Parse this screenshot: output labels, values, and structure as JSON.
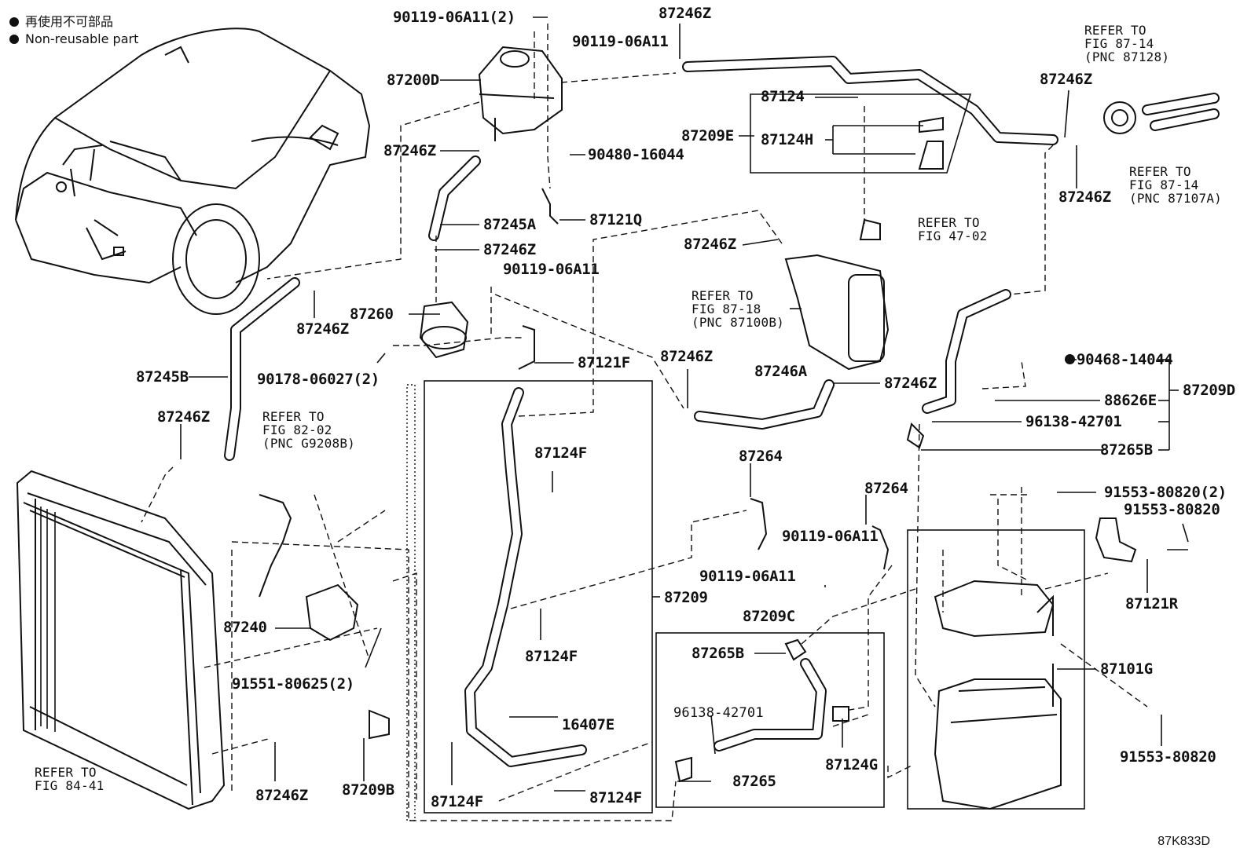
{
  "legend": {
    "item1": "再使用不可部品",
    "item2": "Non-reusable part"
  },
  "diagram_code": "87K833D",
  "labels": {
    "p_90119_06a11_2": "90119-06A11(2)",
    "p_87246z_top": "87246Z",
    "p_90119_06a11_a": "90119-06A11",
    "p_87200d": "87200D",
    "p_87246z_b": "87246Z",
    "p_90480_16044": "90480-16044",
    "p_87245a": "87245A",
    "p_87121q": "87121Q",
    "p_87246z_c": "87246Z",
    "p_90119_06a11_b": "90119-06A11",
    "p_87260": "87260",
    "p_87246z_d": "87246Z",
    "p_90178_06027_2": "90178-06027(2)",
    "p_87121f": "87121F",
    "p_87245b": "87245B",
    "p_87246z_e": "87246Z",
    "p_87124": "87124",
    "p_87209e": "87209E",
    "p_87124h": "87124H",
    "p_87246z_f": "87246Z",
    "p_87246z_g": "87246Z",
    "p_87246a": "87246A",
    "p_87246z_h": "87246Z",
    "p_87246z_i": "87246Z",
    "p_87246z_j": "87246Z",
    "p_90468_14044": "90468-14044",
    "p_87209d": "87209D",
    "p_88626e": "88626E",
    "p_96138_42701_a": "96138-42701",
    "p_87265b_a": "87265B",
    "p_87124f_a": "87124F",
    "p_87124f_b": "87124F",
    "p_16407e": "16407E",
    "p_87124f_c": "87124F",
    "p_87124f_d": "87124F",
    "p_87209": "87209",
    "p_87264_a": "87264",
    "p_87264_b": "87264",
    "p_90119_06a11_c": "90119-06A11",
    "p_90119_06a11_d": "90119-06A11",
    "p_87209c": "87209C",
    "p_87265b_b": "87265B",
    "p_96138_42701_b": "96138-42701",
    "p_87124g": "87124G",
    "p_87265": "87265",
    "p_91553_80820_2": "91553-80820(2)",
    "p_91553_80820_a": "91553-80820",
    "p_87121r": "87121R",
    "p_87101g": "87101G",
    "p_91553_80820_b": "91553-80820",
    "p_87240": "87240",
    "p_91551_80625_2": "91551-80625(2)",
    "p_87246z_k": "87246Z",
    "p_87209b": "87209B"
  },
  "references": {
    "fig_87_14_a": "REFER TO\nFIG 87-14\n(PNC 87128)",
    "fig_87_14_b": "REFER TO\nFIG 87-14\n(PNC 87107A)",
    "fig_47_02": "REFER TO\nFIG 47-02",
    "fig_87_18": "REFER TO\nFIG 87-18\n(PNC 87100B)",
    "fig_82_02": "REFER TO\nFIG 82-02\n(PNC G9208B)",
    "fig_84_41": "REFER TO\nFIG 84-41"
  }
}
